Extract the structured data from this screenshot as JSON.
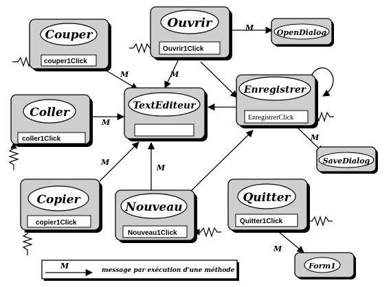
{
  "objects": {
    "couper": "Couper",
    "ouvrir": "Ouvrir",
    "opendialog": "OpenDialog",
    "coller": "Coller",
    "texteditor": "TextEditeur",
    "enregistrer": "Enregistrer",
    "savedialog": "SaveDialog",
    "copier": "Copier",
    "nouveau": "Nouveau",
    "quitter": "Quitter",
    "form": "Form1"
  },
  "events": {
    "couper": "couper1Click",
    "ouvrir": "Ouvrir1Click",
    "coller": "coller1Click",
    "enregistrer": "EnregistrerClick",
    "copier": "copier1Click",
    "nouveau": "Nouveau1Click",
    "quitter": "Quitter1Click"
  },
  "message_marker": "M",
  "legend": {
    "marker": "M",
    "text": "message par exécution d'une méthode"
  }
}
